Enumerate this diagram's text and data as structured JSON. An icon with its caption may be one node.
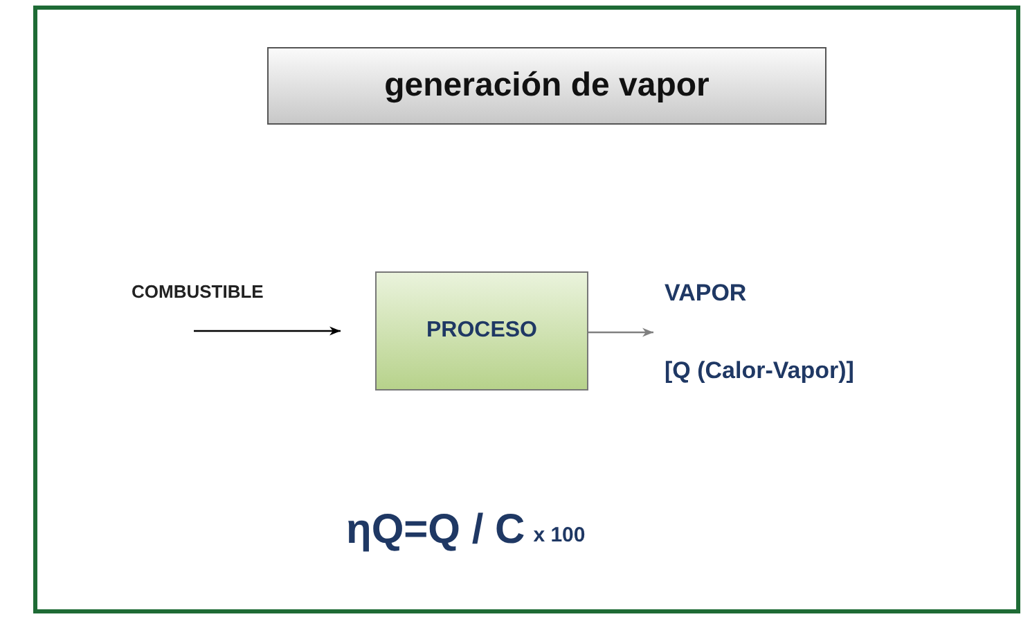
{
  "diagram": {
    "nodes": [
      {
        "text": [
          "generación de vapor"
        ]
      },
      {
        "text": [
          "PROCESO"
        ]
      },
      {
        "text": [
          "VAPOR",
          "[Q (Calor-Vapor)]"
        ]
      }
    ],
    "edges": [
      {
        "from": null,
        "to": 1,
        "arrow": "to",
        "label": "COMBUSTIBLE"
      },
      {
        "from": 1,
        "to": 2,
        "arrow": "to",
        "color": "#808080"
      }
    ],
    "labels": [
      "ηQ=Q / C",
      "x 100"
    ]
  }
}
